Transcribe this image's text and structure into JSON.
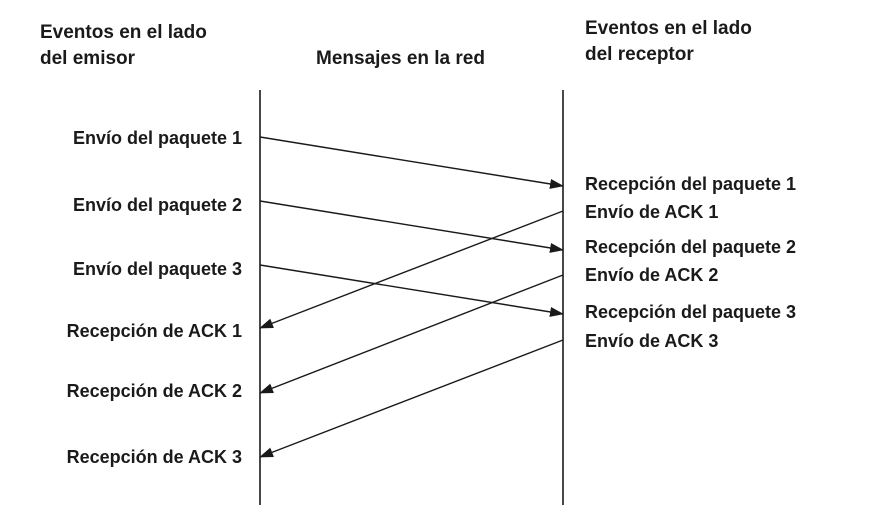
{
  "headers": {
    "sender": [
      "Eventos en el lado",
      "del emisor"
    ],
    "network": "Mensajes en la red",
    "receiver": [
      "Eventos en el lado",
      "del receptor"
    ]
  },
  "sender_events": [
    "Envío del paquete 1",
    "Envío del paquete 2",
    "Envío del paquete 3",
    "Recepción de ACK 1",
    "Recepción de ACK 2",
    "Recepción de ACK 3"
  ],
  "receiver_events": [
    "Recepción del paquete 1",
    "Envío de ACK 1",
    "Recepción del paquete 2",
    "Envío de ACK 2",
    "Recepción del paquete 3",
    "Envío de ACK 3"
  ],
  "colors": {
    "ink": "#1a1a1a",
    "background": "#ffffff"
  }
}
